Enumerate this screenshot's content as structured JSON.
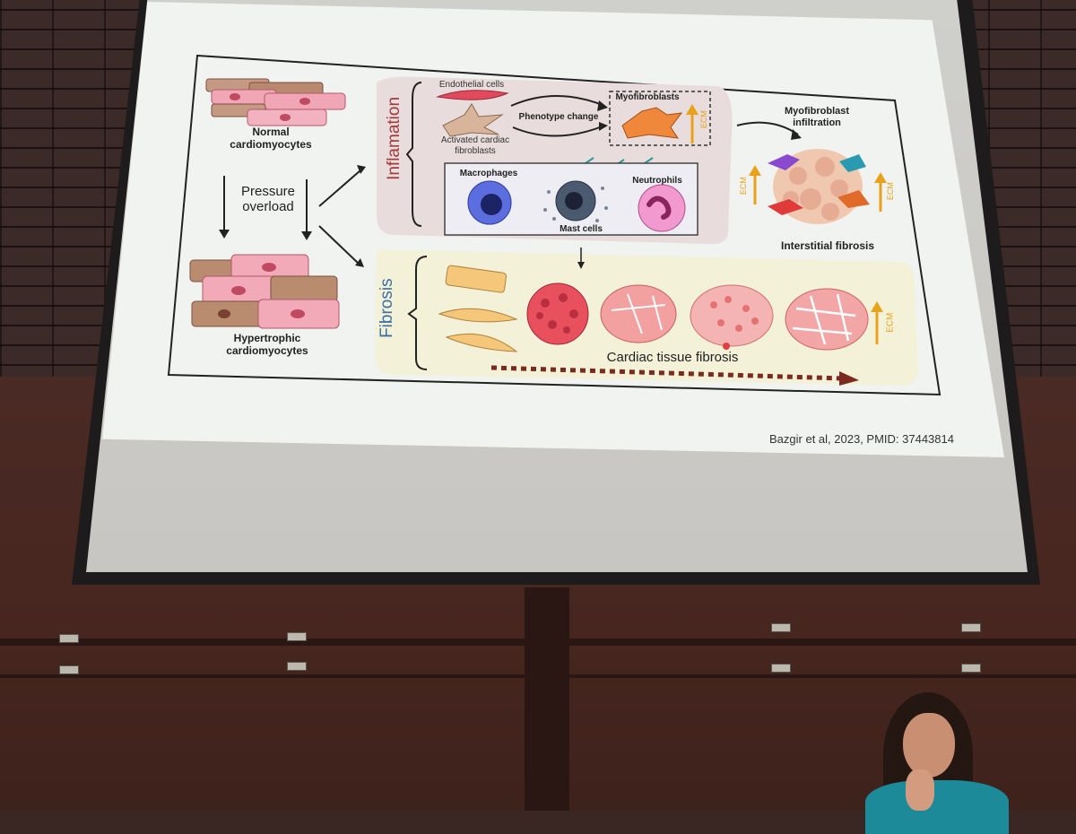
{
  "figure": {
    "normal": "Normal\ncardiomyocytes",
    "pressure": "Pressure\noverload",
    "hypertrophic": "Hypertrophic\ncardiomyocytes",
    "inflammation": "Inflamation",
    "fibrosis": "Fibrosis",
    "endothelial": "Endothelial cells",
    "activated": "Activated cardiac\nfibroblasts",
    "phenotype": "Phenotype change",
    "myofibroblasts": "Myofibroblasts",
    "ecm": "ECM",
    "infiltration": "Myofibroblast\ninfiltration",
    "macrophages": "Macrophages",
    "neutrophils": "Neutrophils",
    "mast": "Mast cells",
    "interstitial": "Interstitial fibrosis",
    "cardiac_tissue": "Cardiac tissue fibrosis"
  },
  "credit": "Bazgir et al, 2023, PMID: 37443814",
  "colors": {
    "inflammation_label": "#a23a3a",
    "fibrosis_label": "#3b6fa6",
    "ecm_arrow": "#e8a21c",
    "dotted_arrow": "#7a2a1e"
  }
}
